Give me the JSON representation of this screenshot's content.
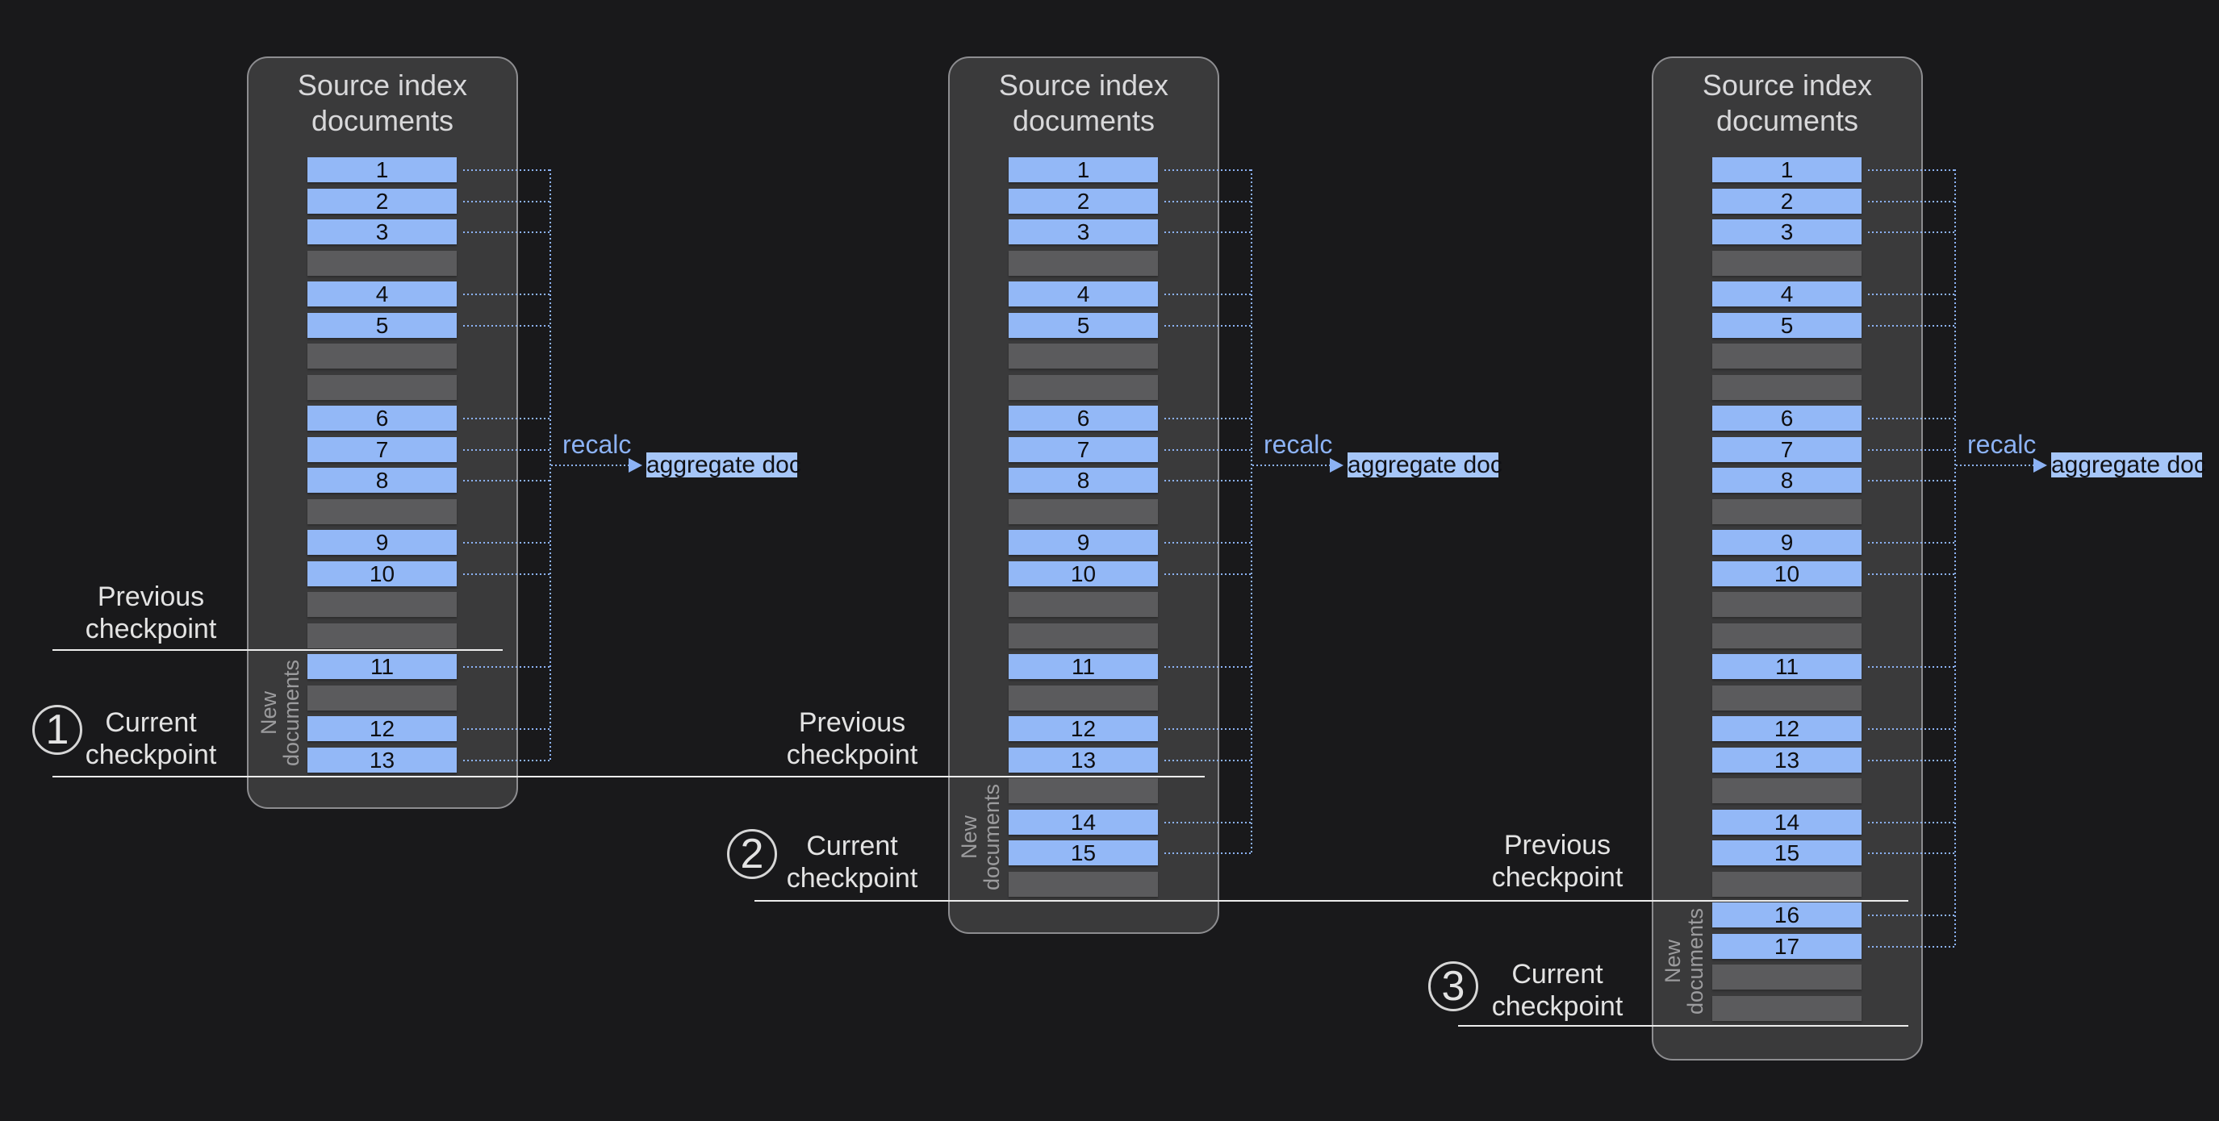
{
  "colors": {
    "background": "#19191b",
    "panel_fill": "#3a3a3b",
    "panel_border": "#8d8d90",
    "panel_title": "#d8d8da",
    "doc_blue": "#93b8f7",
    "spacer_gray": "#5b5b5d",
    "doc_number": "#0e0e10",
    "connector_blue": "#8cb2f4",
    "aggregate_bg": "#a6c6f8",
    "aggregate_text": "#101014",
    "checkpoint_line": "#ededed",
    "checkpoint_label": "#e3e3e3",
    "badge_border": "#d6d6d6",
    "new_documents": "#9c9c9e"
  },
  "panels": [
    {
      "title_lines": [
        "Source index",
        "documents"
      ],
      "rows": [
        "1",
        "2",
        "3",
        null,
        "4",
        "5",
        null,
        null,
        "6",
        "7",
        "8",
        null,
        "9",
        "10",
        null,
        null,
        "11",
        null,
        "12",
        "13"
      ],
      "new_documents_lines": [
        "New",
        "documents"
      ],
      "recalc_label": "recalc",
      "aggregate_label": "aggregate doc"
    },
    {
      "title_lines": [
        "Source index",
        "documents"
      ],
      "rows": [
        "1",
        "2",
        "3",
        null,
        "4",
        "5",
        null,
        null,
        "6",
        "7",
        "8",
        null,
        "9",
        "10",
        null,
        null,
        "11",
        null,
        "12",
        "13",
        null,
        "14",
        "15",
        null
      ],
      "new_documents_lines": [
        "New",
        "documents"
      ],
      "recalc_label": "recalc",
      "aggregate_label": "aggregate doc"
    },
    {
      "title_lines": [
        "Source index",
        "documents"
      ],
      "rows": [
        "1",
        "2",
        "3",
        null,
        "4",
        "5",
        null,
        null,
        "6",
        "7",
        "8",
        null,
        "9",
        "10",
        null,
        null,
        "11",
        null,
        "12",
        "13",
        null,
        "14",
        "15",
        null,
        "16",
        "17",
        null,
        null
      ],
      "new_documents_lines": [
        "New",
        "documents"
      ],
      "recalc_label": "recalc",
      "aggregate_label": "aggregate doc"
    }
  ],
  "checkpoint_labels": [
    {
      "kind": "previous",
      "lines": [
        "Previous",
        "checkpoint"
      ]
    },
    {
      "kind": "current",
      "step_number": "1",
      "lines": [
        "Current",
        "checkpoint"
      ]
    },
    {
      "kind": "previous",
      "lines": [
        "Previous",
        "checkpoint"
      ]
    },
    {
      "kind": "current",
      "step_number": "2",
      "lines": [
        "Current",
        "checkpoint"
      ]
    },
    {
      "kind": "previous",
      "lines": [
        "Previous",
        "checkpoint"
      ]
    },
    {
      "kind": "current",
      "step_number": "3",
      "lines": [
        "Current",
        "checkpoint"
      ]
    }
  ]
}
